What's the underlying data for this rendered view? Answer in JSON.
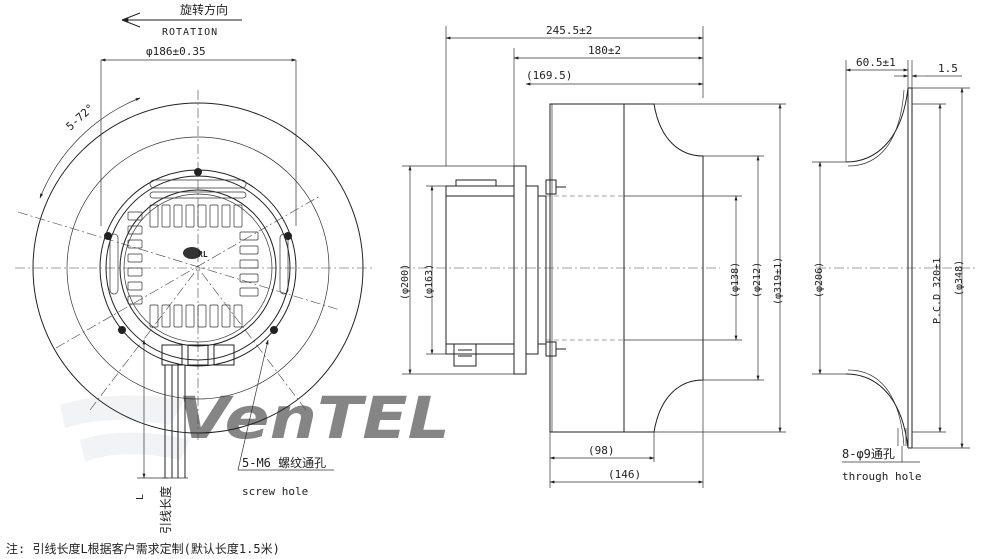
{
  "rotation": {
    "label_cn": "旋转方向",
    "label_en": "ROTATION"
  },
  "front_view": {
    "dia_outer_hub": "φ186±0.35",
    "angle": "5-72°",
    "lead_length_symbol": "L",
    "lead_length_cn": "引线长度",
    "screw_hole_cn": "5-M6 螺纹通孔",
    "screw_hole_en": "screw hole"
  },
  "side_view": {
    "overall_length": "245.5±2",
    "length_180": "180±2",
    "length_169": "(169.5)",
    "length_98": "(98)",
    "length_146": "(146)",
    "dia_200": "(φ200)",
    "dia_163": "(φ163)",
    "dia_138": "(φ138)",
    "dia_212": "(φ212)",
    "dia_319": "(φ319±1)"
  },
  "inlet_ring": {
    "depth": "60.5±1",
    "thickness": "1.5",
    "dia_206": "(φ206)",
    "pcd": "P.C.D 320±1",
    "dia_348": "(φ348)",
    "holes_cn": "8-φ9通孔",
    "holes_en": "through hole"
  },
  "watermark": "VenTEL",
  "footnote": "注: 引线长度L根据客户需求定制(默认长度1.5米)"
}
